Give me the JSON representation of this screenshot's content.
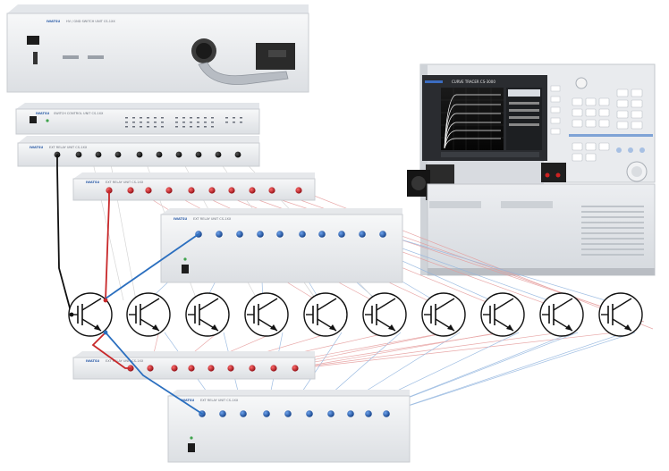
{
  "brand": "IWATSU",
  "units": {
    "switch_unit": "HV / GND SWITCH UNIT CS-1XX",
    "switch_control": "SWITCH CONTROL UNIT CS-1XX",
    "relay_top": "EXT RELAY UNIT CS-1XX",
    "relay_red": "EXT RELAY UNIT CS-1XX",
    "relay_blue": "EXT RELAY UNIT CS-1XX",
    "relay_red_bottom": "EXT RELAY UNIT CS-1XX",
    "relay_blue_bottom": "EXT RELAY UNIT CS-1XX"
  },
  "tracer": {
    "title": "CURVE TRACER CS-3000"
  },
  "devices": {
    "count": 10,
    "symbol": "igbt-transistor"
  },
  "colors": {
    "black_wire": "#111111",
    "red_wire": "#c8282a",
    "blue_wire": "#2b6fbf",
    "faint_red": "#e59a9a",
    "faint_blue": "#8fb3de",
    "red_terminal": "#b5121b",
    "blue_terminal": "#1a56b0",
    "panel": "#eef0f2"
  }
}
